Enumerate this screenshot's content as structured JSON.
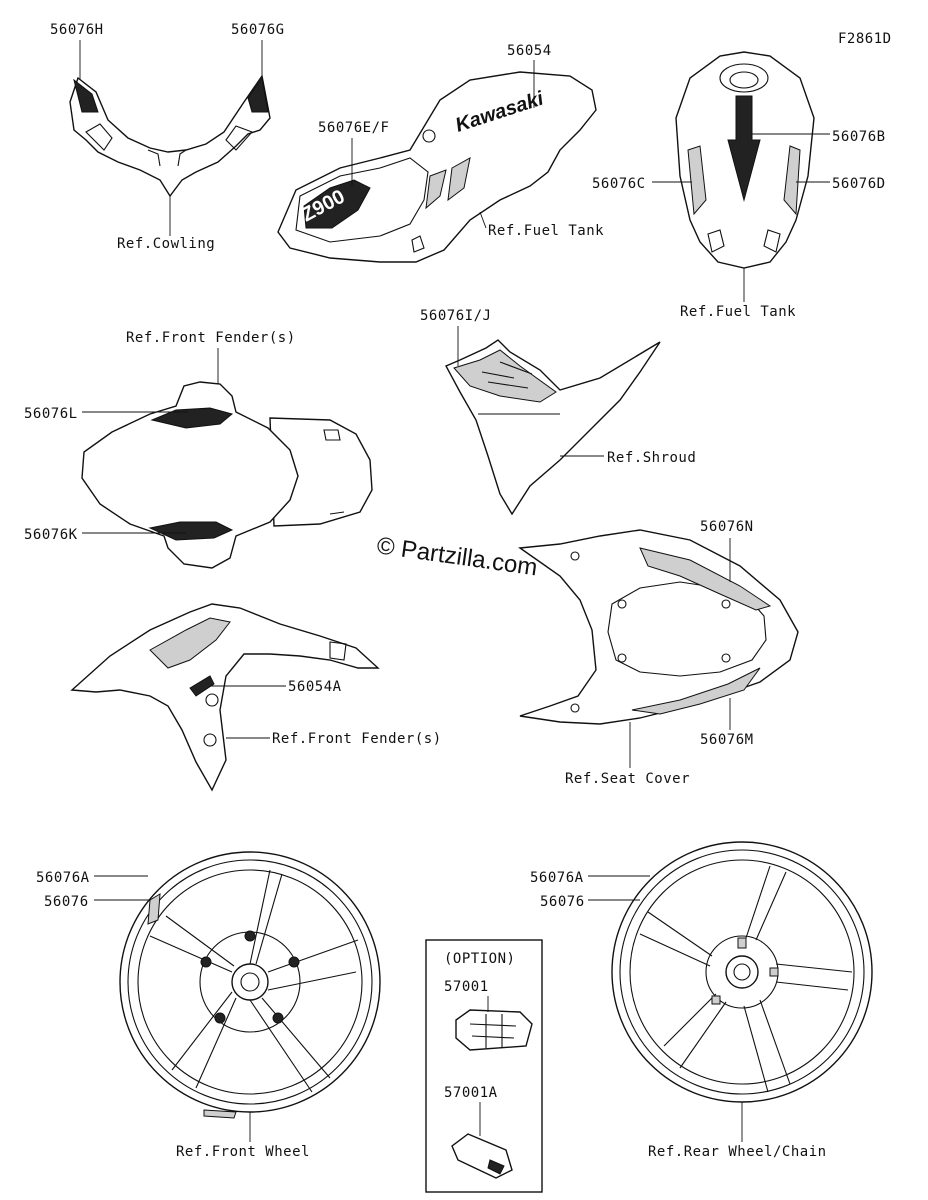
{
  "diagram": {
    "figure_code": "F2861D",
    "watermark": "© Partzilla.com",
    "labels": {
      "p56076H": "56076H",
      "p56076G": "56076G",
      "ref_cowling": "Ref.Cowling",
      "p56054": "56054",
      "p56076EF": "56076E/F",
      "ref_fuel_tank_1": "Ref.Fuel Tank",
      "p56076B": "56076B",
      "p56076C": "56076C",
      "p56076D": "56076D",
      "ref_fuel_tank_2": "Ref.Fuel Tank",
      "ref_front_fender_1": "Ref.Front Fender(s)",
      "p56076L": "56076L",
      "p56076K": "56076K",
      "p56076IJ": "56076I/J",
      "ref_shroud": "Ref.Shroud",
      "p56076N": "56076N",
      "p56076M": "56076M",
      "ref_seat_cover": "Ref.Seat Cover",
      "p56054A": "56054A",
      "ref_front_fender_2": "Ref.Front Fender(s)",
      "p56076A_front": "56076A",
      "p56076_front": "56076",
      "ref_front_wheel": "Ref.Front Wheel",
      "option": "(OPTION)",
      "p57001": "57001",
      "p57001A": "57001A",
      "p56076A_rear": "56076A",
      "p56076_rear": "56076",
      "ref_rear_wheel": "Ref.Rear Wheel/Chain"
    },
    "decal_text": {
      "brand": "Kawasaki",
      "model": "Z900"
    }
  }
}
